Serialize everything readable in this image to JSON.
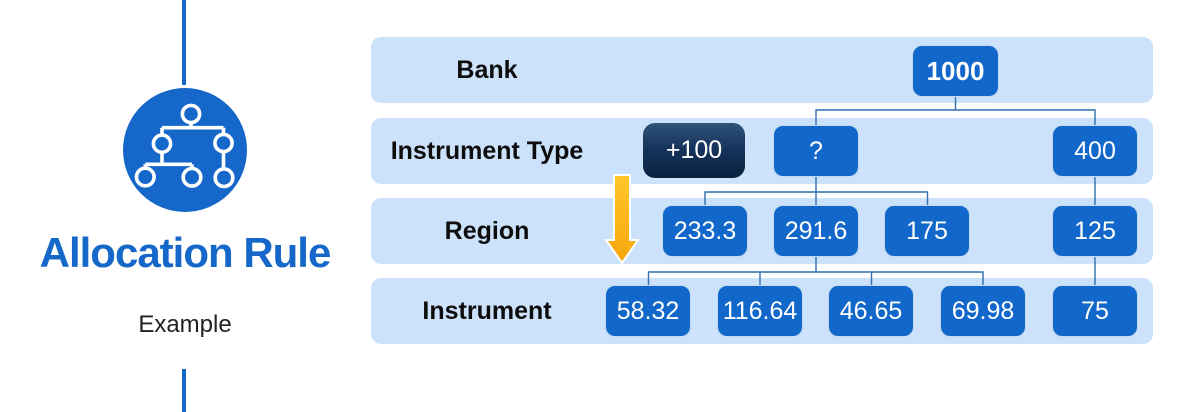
{
  "left_panel": {
    "title": "Allocation Rule",
    "subtitle": "Example",
    "icon": "hierarchy-tree-icon"
  },
  "diagram": {
    "rows": [
      {
        "label": "Bank",
        "nodes": [
          {
            "value": "1000"
          }
        ]
      },
      {
        "label": "Instrument Type",
        "nodes": [
          {
            "value": "+100"
          },
          {
            "value": "?"
          },
          {
            "value": "400"
          }
        ]
      },
      {
        "label": "Region",
        "nodes": [
          {
            "value": "233.3"
          },
          {
            "value": "291.6"
          },
          {
            "value": "175"
          },
          {
            "value": "125"
          }
        ]
      },
      {
        "label": "Instrument",
        "nodes": [
          {
            "value": "58.32"
          },
          {
            "value": "116.64"
          },
          {
            "value": "46.65"
          },
          {
            "value": "69.98"
          },
          {
            "value": "75"
          }
        ]
      }
    ],
    "edges": [
      {
        "from": "1000",
        "to": [
          "?",
          "400"
        ]
      },
      {
        "from": "?",
        "to": [
          "233.3",
          "291.6",
          "175"
        ]
      },
      {
        "from": "400",
        "to": [
          "125"
        ]
      },
      {
        "from": "291.6",
        "to": [
          "58.32",
          "116.64",
          "46.65",
          "69.98"
        ]
      },
      {
        "from": "125",
        "to": [
          "75"
        ]
      }
    ],
    "arrow": {
      "direction": "down",
      "meaning": "allocation flows downward"
    }
  },
  "colors": {
    "accent_blue": "#1568c9",
    "node_blue": "#1168ca",
    "node_dark_navy": "#0a2340",
    "band_light_blue": "#cce1fa",
    "connector_blue": "#2e6fb0",
    "arrow_amber": "#fcb415",
    "label_black": "#0d0d0d"
  }
}
